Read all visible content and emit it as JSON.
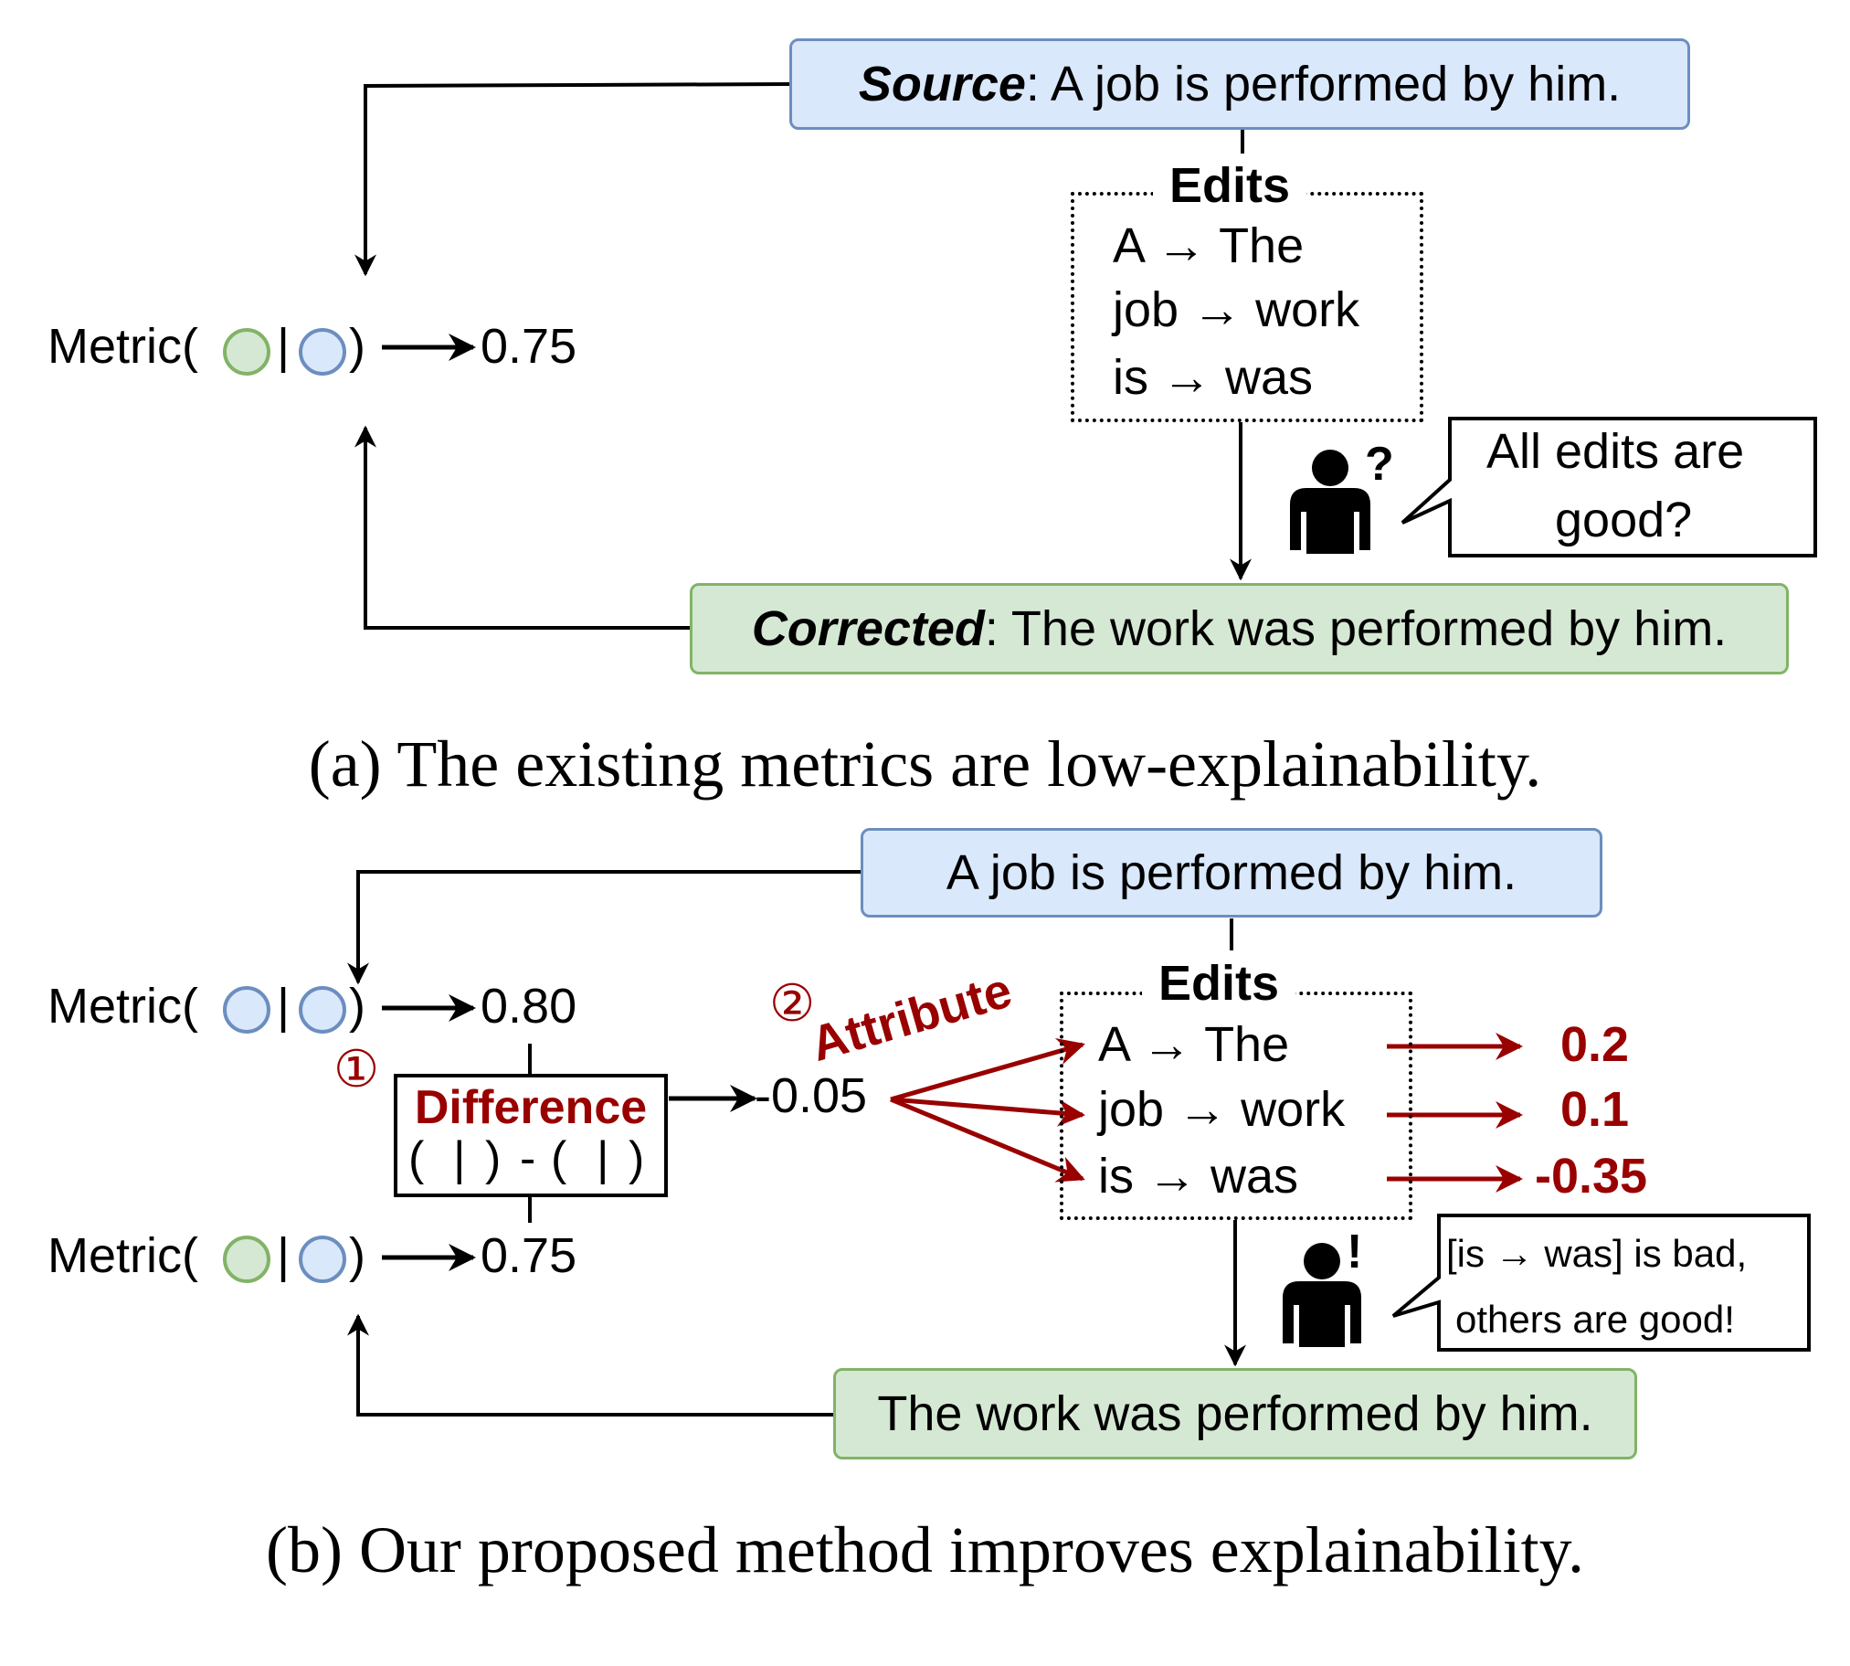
{
  "panel_a": {
    "source_label": "Source",
    "source_text": ": A job is performed by him.",
    "edits_title": "Edits",
    "edits": [
      "A → The",
      "job → work",
      "is → was"
    ],
    "person_mark": "?",
    "bubble_text_1": "All edits are",
    "bubble_text_2": "good?",
    "metric_text": "Metric(",
    "metric_sep": "|",
    "metric_close": ")",
    "metric_value": "0.75",
    "corrected_label": "Corrected",
    "corrected_text": ": The work was performed by him.",
    "caption": "(a) The existing metrics are low-explainability."
  },
  "panel_b": {
    "source_text": "A job is performed by him.",
    "edits_title": "Edits",
    "edits": [
      "A → The",
      "job → work",
      "is → was"
    ],
    "edit_scores": [
      "0.2",
      "0.1",
      "-0.35"
    ],
    "metric_text": "Metric(",
    "metric_sep": "|",
    "metric_close": ")",
    "metric_top_value": "0.80",
    "metric_bottom_value": "0.75",
    "step1_marker": "①",
    "step2_marker": "②",
    "difference_label": "Difference",
    "difference_minus": "-",
    "difference_result": "-0.05",
    "attribute_label": "Attribute",
    "person_mark": "!",
    "bubble_text_1": "[is → was] is bad,",
    "bubble_text_2": "others are good!",
    "corrected_text": "The work was performed by him.",
    "caption": "(b) Our proposed method improves explainability."
  },
  "colors": {
    "source_fill": "#dae8fc",
    "source_stroke": "#6c8ebf",
    "corrected_fill": "#d5e8d4",
    "corrected_stroke": "#82b366",
    "highlight_red": "#990000"
  }
}
